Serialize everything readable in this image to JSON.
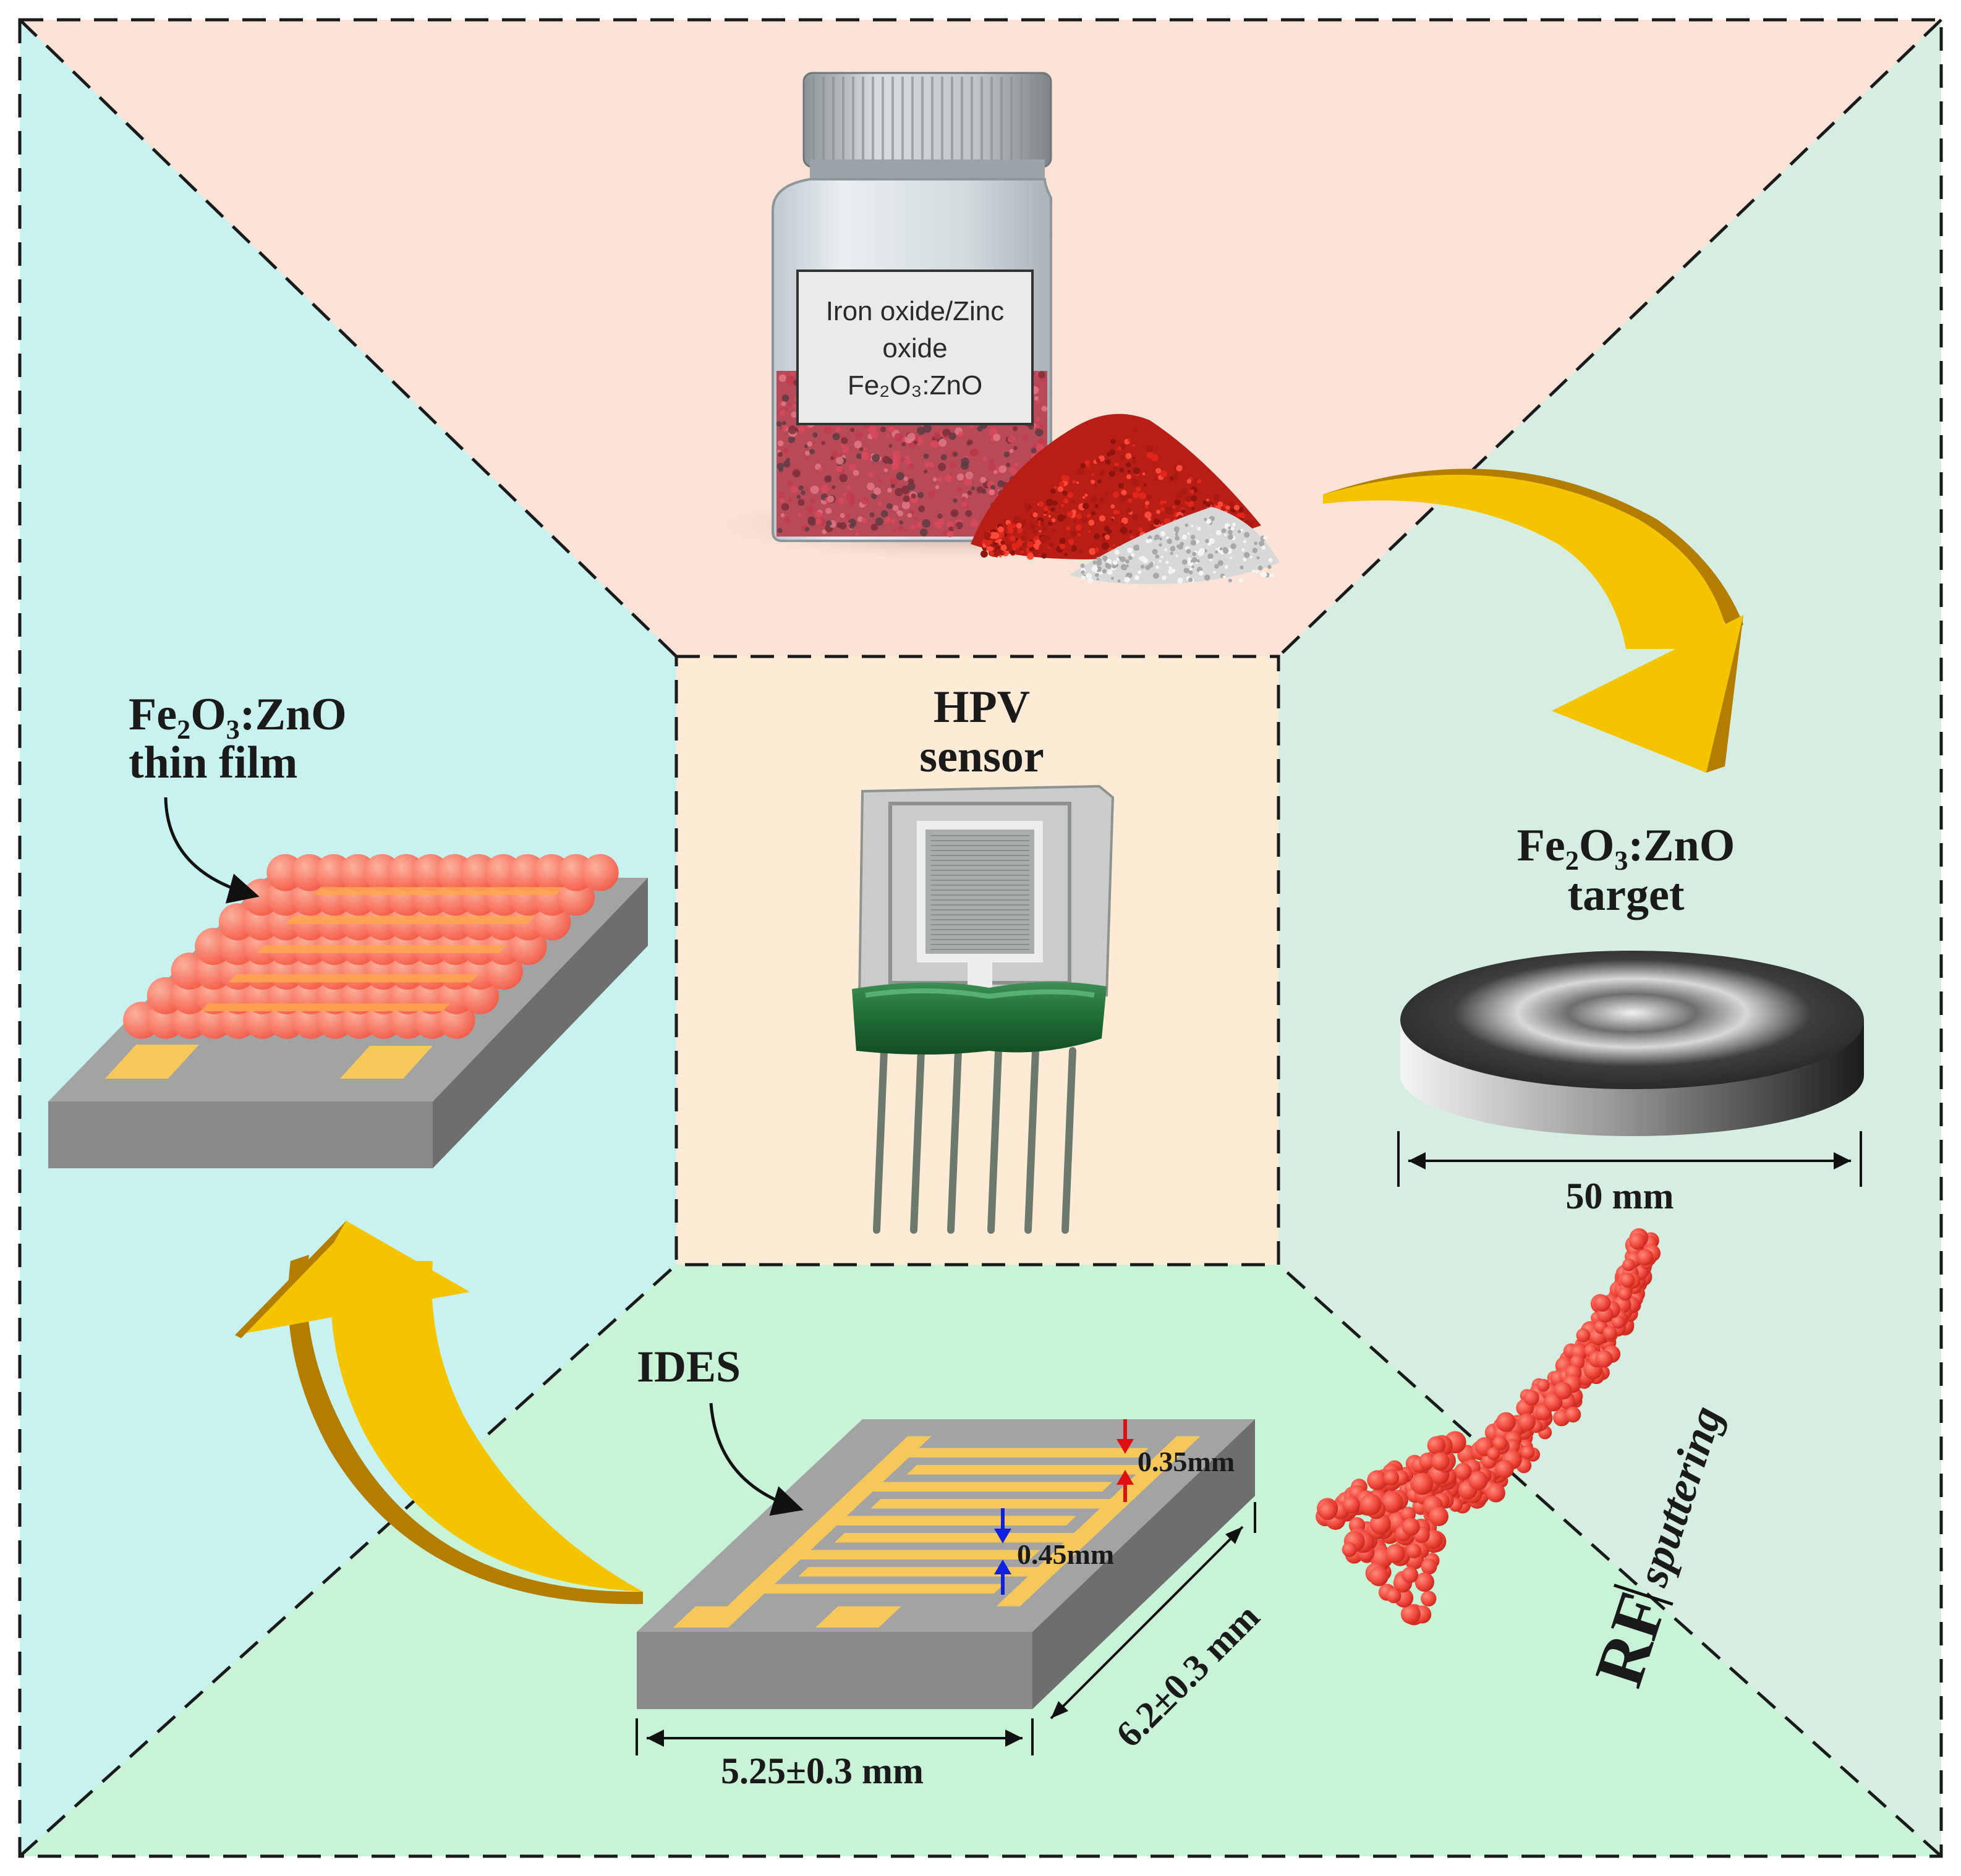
{
  "jar": {
    "line1": "Iron oxide/Zinc",
    "line2": "oxide",
    "line3": "Fe₂O₃:ZnO"
  },
  "center": {
    "line1": "HPV",
    "line2": "sensor"
  },
  "target": {
    "line1": "Fe₂O₃:ZnO",
    "line2": "target",
    "diameter": "50 mm"
  },
  "sputter": {
    "rf": "RF",
    "word": "sputtering"
  },
  "ides": {
    "label": "IDES",
    "gap_red": "0.35mm",
    "gap_blue": "0.45mm",
    "width": "5.25±0.3 mm",
    "depth": "6.2±0.3 mm"
  },
  "film": {
    "line1": "Fe₂O₃:ZnO",
    "line2": "thin  film"
  },
  "colors": {
    "top_panel": "#fbe2d6",
    "right_panel": "#d6eee2",
    "bottom_panel": "#c9f3d6",
    "left_panel": "#c8f2f0",
    "center_panel": "#fdebd6",
    "arrow_gold": "#f5c400",
    "arrow_shadow": "#c08a00",
    "electrode_gold": "#f6c85a",
    "substrate": "#9a9a9a",
    "particle_red": "#e8302a"
  }
}
